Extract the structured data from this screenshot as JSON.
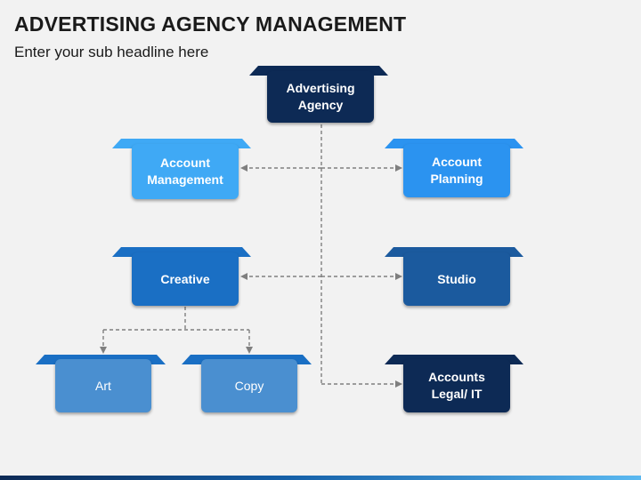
{
  "title": "ADVERTISING AGENCY MANAGEMENT",
  "subtitle": "Enter your sub headline here",
  "nodes": {
    "advertising_agency": "Advertising\nAgency",
    "account_management": "Account\nManagement",
    "account_planning": "Account\nPlanning",
    "creative": "Creative",
    "studio": "Studio",
    "art": "Art",
    "copy": "Copy",
    "accounts_legal_it": "Accounts\nLegal/ IT"
  },
  "colors": {
    "navy": "#0d2a55",
    "sky": "#3fa9f5",
    "blue": "#2b93f0",
    "mid_blue": "#1a6fc4",
    "steel": "#1b5a9e",
    "light_steel": "#4a8fd0",
    "connector": "#7f7f7f"
  }
}
